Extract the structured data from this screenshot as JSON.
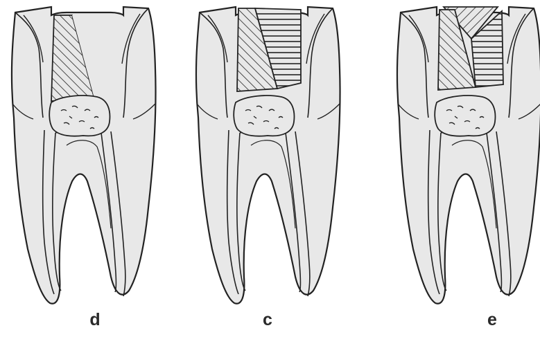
{
  "figure": {
    "panels": [
      {
        "label": "d",
        "restoration": "diagonal-hatched-wedge"
      },
      {
        "label": "c",
        "restoration": "diagonal-and-horizontal-hatched-wedges"
      },
      {
        "label": "e",
        "restoration": "diagonal-and-horizontal-hatched-wedges-with-crown-cap"
      }
    ],
    "colors": {
      "tooth_fill": "#e8e8e8",
      "outline": "#222222",
      "background": "#ffffff"
    }
  }
}
